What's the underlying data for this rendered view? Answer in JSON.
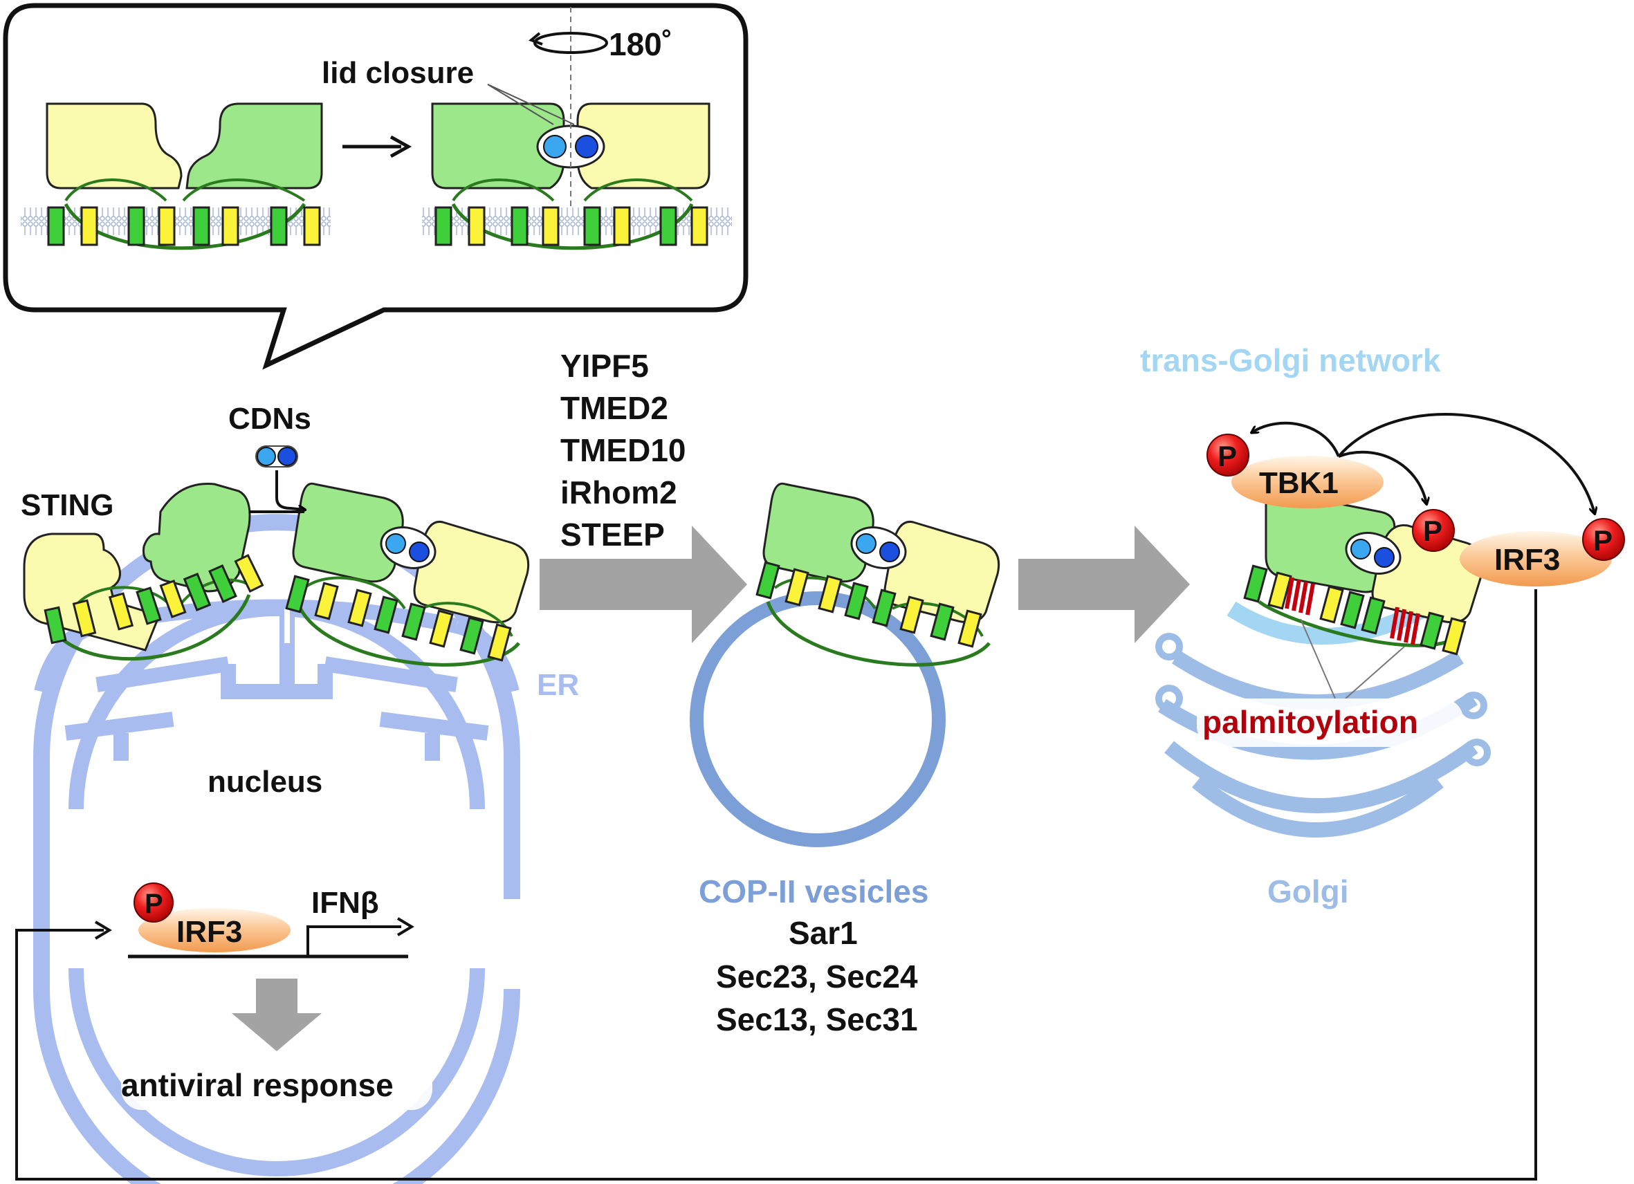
{
  "inset": {
    "rotation_label": "180˚",
    "lid_label": "lid closure"
  },
  "left": {
    "cdns_label": "CDNs",
    "sting_label": "STING",
    "er_label": "ER",
    "nucleus_label": "nucleus",
    "p_label": "P",
    "irf3_label": "IRF3",
    "ifnb_label": "IFNβ",
    "response_label": "antiviral response"
  },
  "transport_factors": [
    "YIPF5",
    "TMED2",
    "TMED10",
    "iRhom2",
    "STEEP"
  ],
  "vesicle": {
    "title": "COP-II vesicles",
    "factors": [
      "Sar1",
      "Sec23, Sec24",
      "Sec13, Sec31"
    ]
  },
  "golgi": {
    "tgn_label": "trans-Golgi network",
    "tbk1_label": "TBK1",
    "irf3_label": "IRF3",
    "p_label": "P",
    "palm_label": "palmitoylation",
    "golgi_label": "Golgi"
  },
  "colors": {
    "green": "#8ee07e",
    "yellow": "#fbfbb0",
    "er_blue": "#a8bcef",
    "vesicle_blue": "#7b9fd6",
    "tgn_blue": "#a3d6f2",
    "golgi_blue": "#9dbde6",
    "grey_arrow": "#a3a3a3",
    "phospho_red": "#e52020",
    "palm_red": "#b3000d",
    "orange_oval": "#f9c287"
  }
}
